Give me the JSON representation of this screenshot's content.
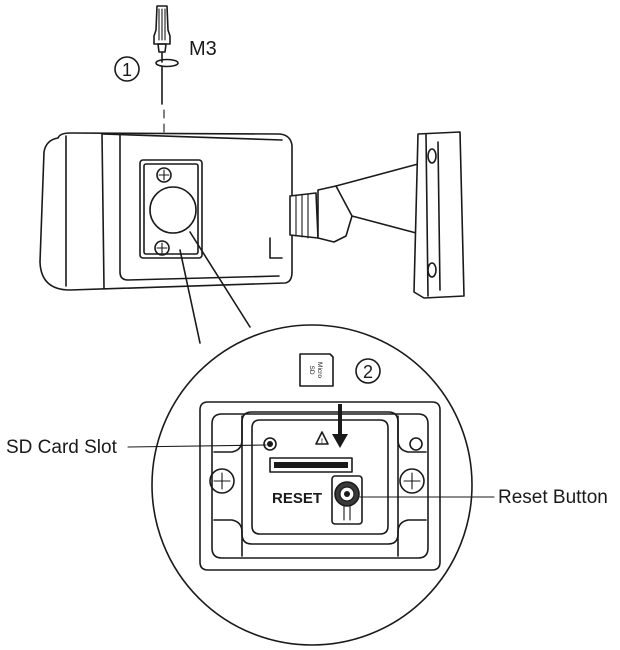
{
  "labels": {
    "step_one": "①",
    "step_two": "②",
    "screw": "M3",
    "sd_card_slot": "SD Card Slot",
    "reset_button": "Reset Button",
    "reset_text": "RESET",
    "micro_sd_line1": "Micro",
    "micro_sd_line2": "SD"
  },
  "icons": {
    "screwdriver": "screwdriver-icon",
    "washer": "washer-icon",
    "arrow": "arrow-down-icon"
  }
}
